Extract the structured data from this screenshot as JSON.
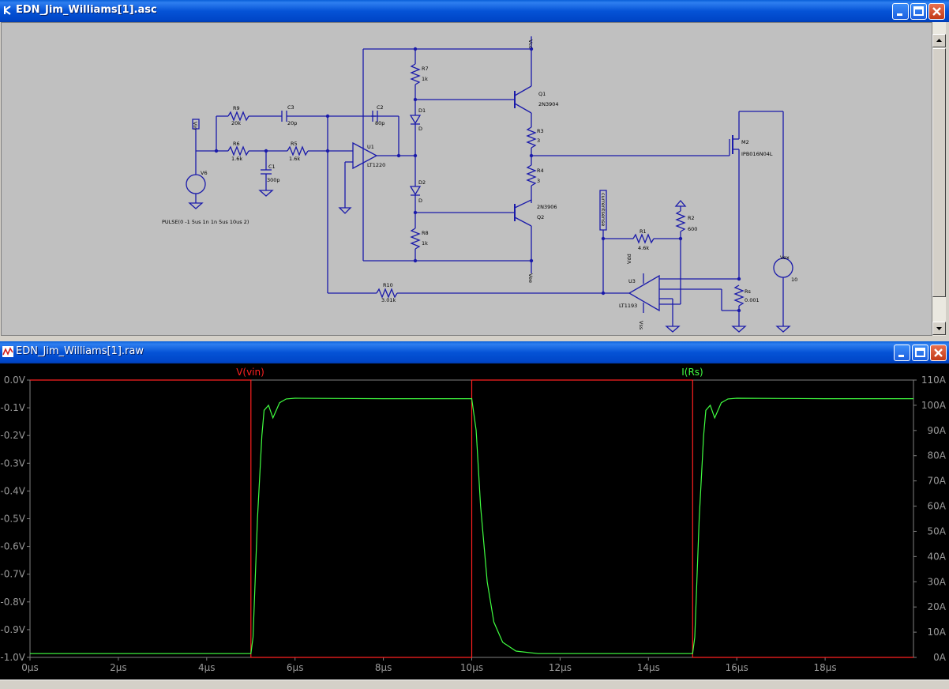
{
  "schematic_window": {
    "title": "EDN_Jim_Williams[1].asc",
    "labels": {
      "vcc": "Vcc",
      "vee": "Vee",
      "vdd": "Vdd",
      "vss": "Vss",
      "vin": "Vin",
      "vex": "Vex",
      "currentsense": "currentsense",
      "r9": "R9",
      "r9v": "20k",
      "r6": "R6",
      "r6v": "1.6k",
      "r5": "R5",
      "r5v": "1.6k",
      "c3": "C3",
      "c3v": "20p",
      "c2": "C2",
      "c2v": "80p",
      "c1": "C1",
      "c1v": "300p",
      "v6": "V6",
      "pulse": "PULSE(0 -1 5us 1n 1n 5us 10us 2)",
      "u1": "U1",
      "u1v": "LT1220",
      "r7": "R7",
      "r7v": "1k",
      "d1": "D1",
      "d1v": "D",
      "d2": "D2",
      "d2v": "D",
      "r8": "R8",
      "r8v": "1k",
      "q1": "Q1",
      "q1v": "2N3904",
      "q2": "Q2",
      "q2v": "2N3906",
      "r3": "R3",
      "r3v": "3",
      "r4": "R4",
      "r4v": "3",
      "m2": "M2",
      "m2v": "IPB016N04L",
      "vexname": "Vex",
      "vexv": "10",
      "r1": "R1",
      "r1v": "4.6k",
      "r2": "R2",
      "r2v": "600",
      "u3": "U3",
      "u3v": "LT1193",
      "rs": "Rs",
      "rsv": "0.001",
      "r10": "R10",
      "r10v": "3.01k"
    }
  },
  "waveform_window": {
    "title": "EDN_Jim_Williams[1].raw",
    "traces": [
      {
        "name": "V(vin)",
        "color": "#ff2020"
      },
      {
        "name": "I(Rs)",
        "color": "#40ff40"
      }
    ]
  },
  "chart_data": {
    "type": "line",
    "x": {
      "unit": "µs",
      "ticks": [
        "0µs",
        "2µs",
        "4µs",
        "6µs",
        "8µs",
        "10µs",
        "12µs",
        "14µs",
        "16µs",
        "18µs"
      ],
      "range": [
        0,
        20
      ]
    },
    "y_left": {
      "unit": "V",
      "ticks": [
        "0.0V",
        "-0.1V",
        "-0.2V",
        "-0.3V",
        "-0.4V",
        "-0.5V",
        "-0.6V",
        "-0.7V",
        "-0.8V",
        "-0.9V",
        "-1.0V"
      ],
      "range": [
        -1.0,
        0.0
      ]
    },
    "y_right": {
      "unit": "A",
      "ticks": [
        "110A",
        "100A",
        "90A",
        "80A",
        "70A",
        "60A",
        "50A",
        "40A",
        "30A",
        "20A",
        "10A",
        "0A"
      ],
      "range": [
        0,
        110
      ]
    },
    "grid": false,
    "series": [
      {
        "name": "V(vin)",
        "axis": "left",
        "x": [
          0,
          5,
          5.0001,
          10,
          10.0001,
          15,
          15.0001,
          20
        ],
        "y": [
          0,
          0,
          -1,
          -1,
          0,
          0,
          -1,
          -1
        ]
      },
      {
        "name": "I(Rs)",
        "axis": "right",
        "x": [
          0,
          5,
          5.05,
          5.15,
          5.25,
          5.3,
          5.4,
          5.5,
          5.65,
          5.8,
          6.0,
          7,
          8,
          9,
          10,
          10.1,
          10.2,
          10.35,
          10.5,
          10.7,
          11.0,
          11.5,
          12,
          13,
          14,
          15,
          15.05,
          15.15,
          15.25,
          15.3,
          15.4,
          15.5,
          15.65,
          15.8,
          16.0,
          17,
          18,
          19,
          20
        ],
        "y": [
          1.5,
          1.5,
          8,
          55,
          88,
          98,
          100,
          95,
          101,
          102.5,
          102.8,
          102.7,
          102.6,
          102.6,
          102.6,
          90,
          60,
          30,
          14,
          6,
          2.5,
          1.5,
          1.5,
          1.5,
          1.5,
          1.5,
          8,
          55,
          88,
          98,
          100,
          95,
          101,
          102.5,
          102.8,
          102.7,
          102.6,
          102.6,
          102.6
        ]
      }
    ]
  }
}
